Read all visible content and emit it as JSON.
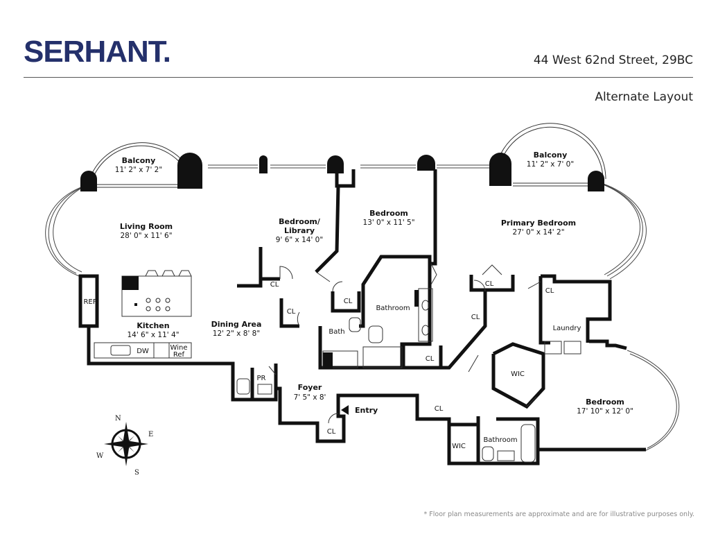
{
  "header": {
    "logo": "SERHANT.",
    "address": "44 West 62nd Street, 29BC",
    "layout_note": "Alternate Layout"
  },
  "footnote": "* Floor plan measurements are approximate and are for illustrative purposes only.",
  "rooms": {
    "balcony_west": {
      "name": "Balcony",
      "dims": "11' 2\" x 7' 2\""
    },
    "balcony_east": {
      "name": "Balcony",
      "dims": "11' 2\" x 7' 0\""
    },
    "living_room": {
      "name": "Living Room",
      "dims": "28' 0\" x 11' 6\""
    },
    "bedroom_library": {
      "name_line1": "Bedroom/",
      "name_line2": "Library",
      "dims": "9' 6\" x 14' 0\""
    },
    "bedroom_center": {
      "name": "Bedroom",
      "dims": "13' 0\" x 11' 5\""
    },
    "primary_bedroom": {
      "name": "Primary Bedroom",
      "dims": "27' 0\" x 14' 2\""
    },
    "kitchen": {
      "name": "Kitchen",
      "dims": "14' 6\" x 11' 4\""
    },
    "dining_area": {
      "name": "Dining Area",
      "dims": "12' 2\" x 8' 8\""
    },
    "foyer": {
      "name": "Foyer",
      "dims": "7' 5\" x 8'"
    },
    "bedroom_east": {
      "name": "Bedroom",
      "dims": "17' 10\" x 12' 0\""
    }
  },
  "labels": {
    "entry": "Entry",
    "ref": "REF",
    "dw": "DW",
    "wine_ref_1": "Wine",
    "wine_ref_2": "Ref",
    "pr": "PR",
    "bath": "Bath",
    "bathroom_center": "Bathroom",
    "bathroom_east": "Bathroom",
    "laundry": "Laundry",
    "wic_1": "WIC",
    "wic_2": "WIC",
    "closet": "CL"
  },
  "compass": {
    "n": "N",
    "e": "E",
    "s": "S",
    "w": "W"
  }
}
